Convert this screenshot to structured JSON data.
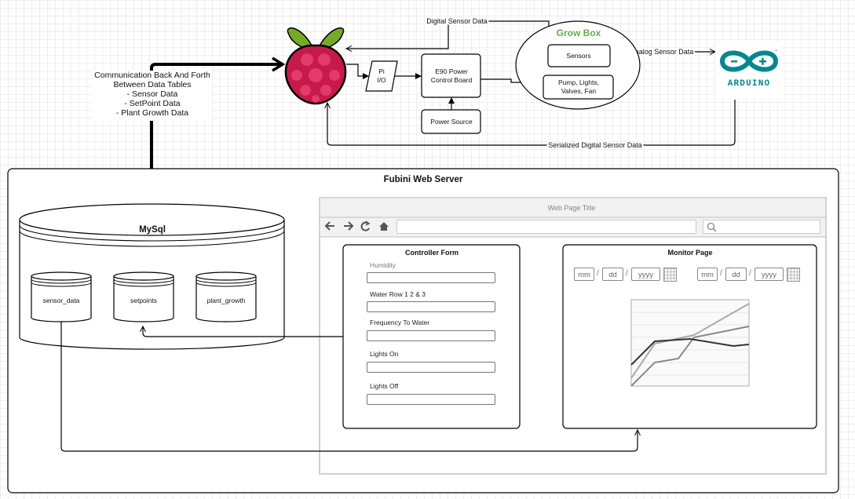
{
  "top": {
    "digital_sensor_data": "Digital Sensor Data",
    "analog_sensor_data": "Analog Sensor Data",
    "serialized_digital_sensor_data": "Serialized Digital Sensor Data",
    "pi_io": [
      "Pi",
      "I/O"
    ],
    "e90_board": [
      "E90 Power",
      "Control Board"
    ],
    "power_source": "Power Source",
    "grow_box": "Grow Box",
    "sensors": "Sensors",
    "pump_lights": [
      "Pump, Lights,",
      "Valves, Fan"
    ],
    "arduino": "ARDUINO",
    "communication": [
      "Communication Back And Forth",
      "Between Data Tables",
      "- Sensor Data",
      "- SetPoint Data",
      "- Plant Growth Data"
    ]
  },
  "server": {
    "title": "Fubini Web Server",
    "db_title": "MySql",
    "tables": [
      "sensor_data",
      "setpoints",
      "plant_growth"
    ]
  },
  "browser": {
    "title": "Web Page Title",
    "controller_form": {
      "title": "Controller Form",
      "fields": [
        "Humidity",
        "Water Row 1 2 & 3",
        "Frequency To Water",
        "Lights On",
        "Lights Off"
      ]
    },
    "monitor": {
      "title": "Monitor Page",
      "date_placeholders": [
        "mm",
        "dd",
        "yyyy"
      ],
      "separator": "/"
    }
  },
  "colors": {
    "grow_box_title": "#6aa84f",
    "arduino_teal": "#00878f",
    "raspberry_red": "#c51a4a",
    "raspberry_leaf": "#75a928"
  }
}
